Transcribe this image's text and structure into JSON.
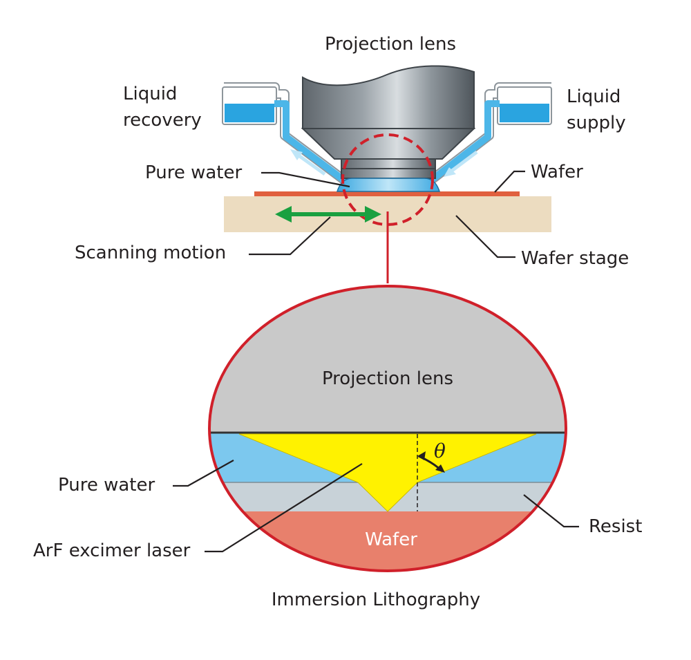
{
  "diagram": {
    "title": "Immersion Lithography",
    "top_view": {
      "labels": {
        "projection_lens": "Projection lens",
        "liquid_recovery_line1": "Liquid",
        "liquid_recovery_line2": "recovery",
        "liquid_supply_line1": "Liquid",
        "liquid_supply_line2": "supply",
        "pure_water": "Pure water",
        "wafer": "Wafer",
        "scanning_motion": "Scanning motion",
        "wafer_stage": "Wafer stage"
      }
    },
    "detail_view": {
      "labels": {
        "projection_lens": "Projection lens",
        "pure_water": "Pure water",
        "resist": "Resist",
        "arf_laser": "ArF excimer laser",
        "wafer": "Wafer",
        "angle_symbol": "θ"
      }
    },
    "colors": {
      "water": "#7cc8ee",
      "wafer": "#e8806c",
      "wafer_line": "#e0603f",
      "stage": "#ecdcc0",
      "lens_grey": "#c9c9c9",
      "resist": "#c8d2d8",
      "laser": "#fff200",
      "highlight_red": "#d0202a",
      "arrow_green": "#1aa040"
    }
  }
}
